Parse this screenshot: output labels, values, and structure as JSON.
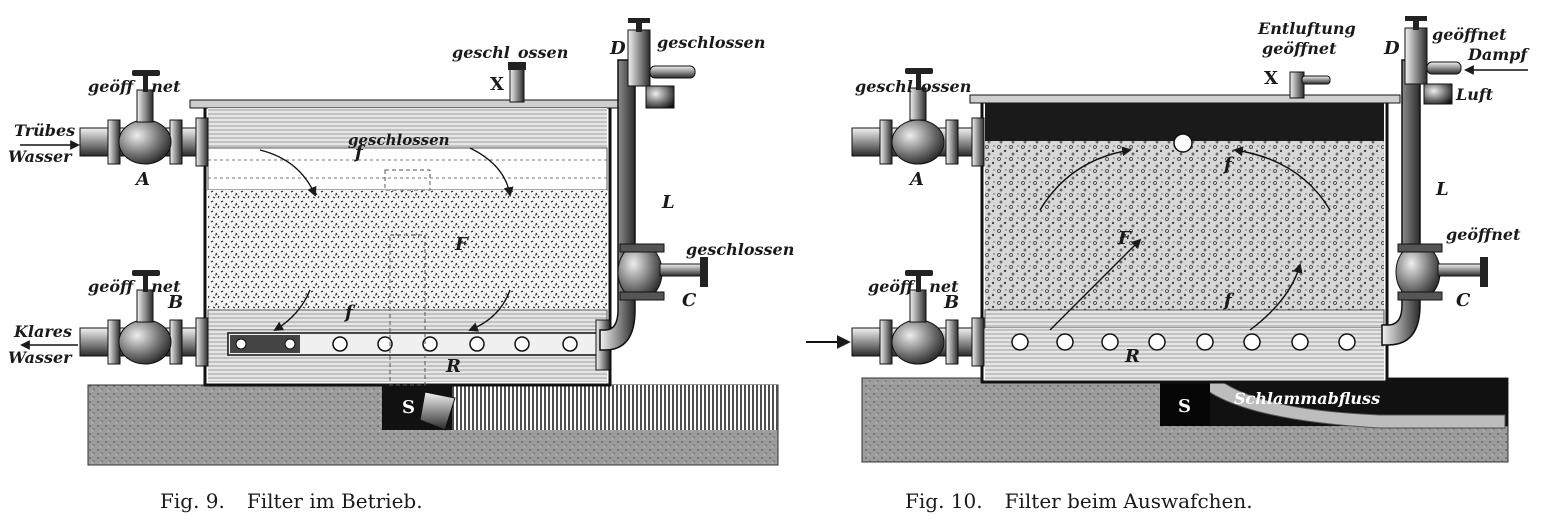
{
  "figures": [
    {
      "caption_num": "Fig. 9.",
      "caption_title": "Filter im Betrieb.",
      "labels": {
        "valve_top": [
          "geöff",
          "net"
        ],
        "valve_bottom": [
          "geöff",
          "net"
        ],
        "inlet": [
          "Trübes",
          "Wasser"
        ],
        "outlet": [
          "Klares",
          "Wasser"
        ],
        "x_valve": [
          "geschl",
          "ossen"
        ],
        "d_valve": "geschlossen",
        "inner_valve": "geschlossen",
        "c_valve": "geschlossen",
        "A": "A",
        "B": "B",
        "X": "X",
        "D": "D",
        "L": "L",
        "C": "C",
        "F": "F",
        "f_top": "f",
        "f_bottom": "f",
        "R": "R",
        "S": "S"
      }
    },
    {
      "caption_num": "Fig. 10.",
      "caption_title": "Filter beim Auswafchen.",
      "labels": {
        "valve_top": [
          "geschl",
          "ossen"
        ],
        "valve_bottom": [
          "geöff",
          "net"
        ],
        "vent": [
          "Entluftung",
          "geöffnet"
        ],
        "d_valve": "geöffnet",
        "steam": "Dampf",
        "air": "Luft",
        "c_valve": "geöffnet",
        "drain": "Schlammabfluss",
        "A": "A",
        "B": "B",
        "X": "X",
        "D": "D",
        "L": "L",
        "C": "C",
        "F": "F",
        "f_top": "f",
        "f_bottom": "f",
        "R": "R",
        "S": "S"
      }
    }
  ]
}
